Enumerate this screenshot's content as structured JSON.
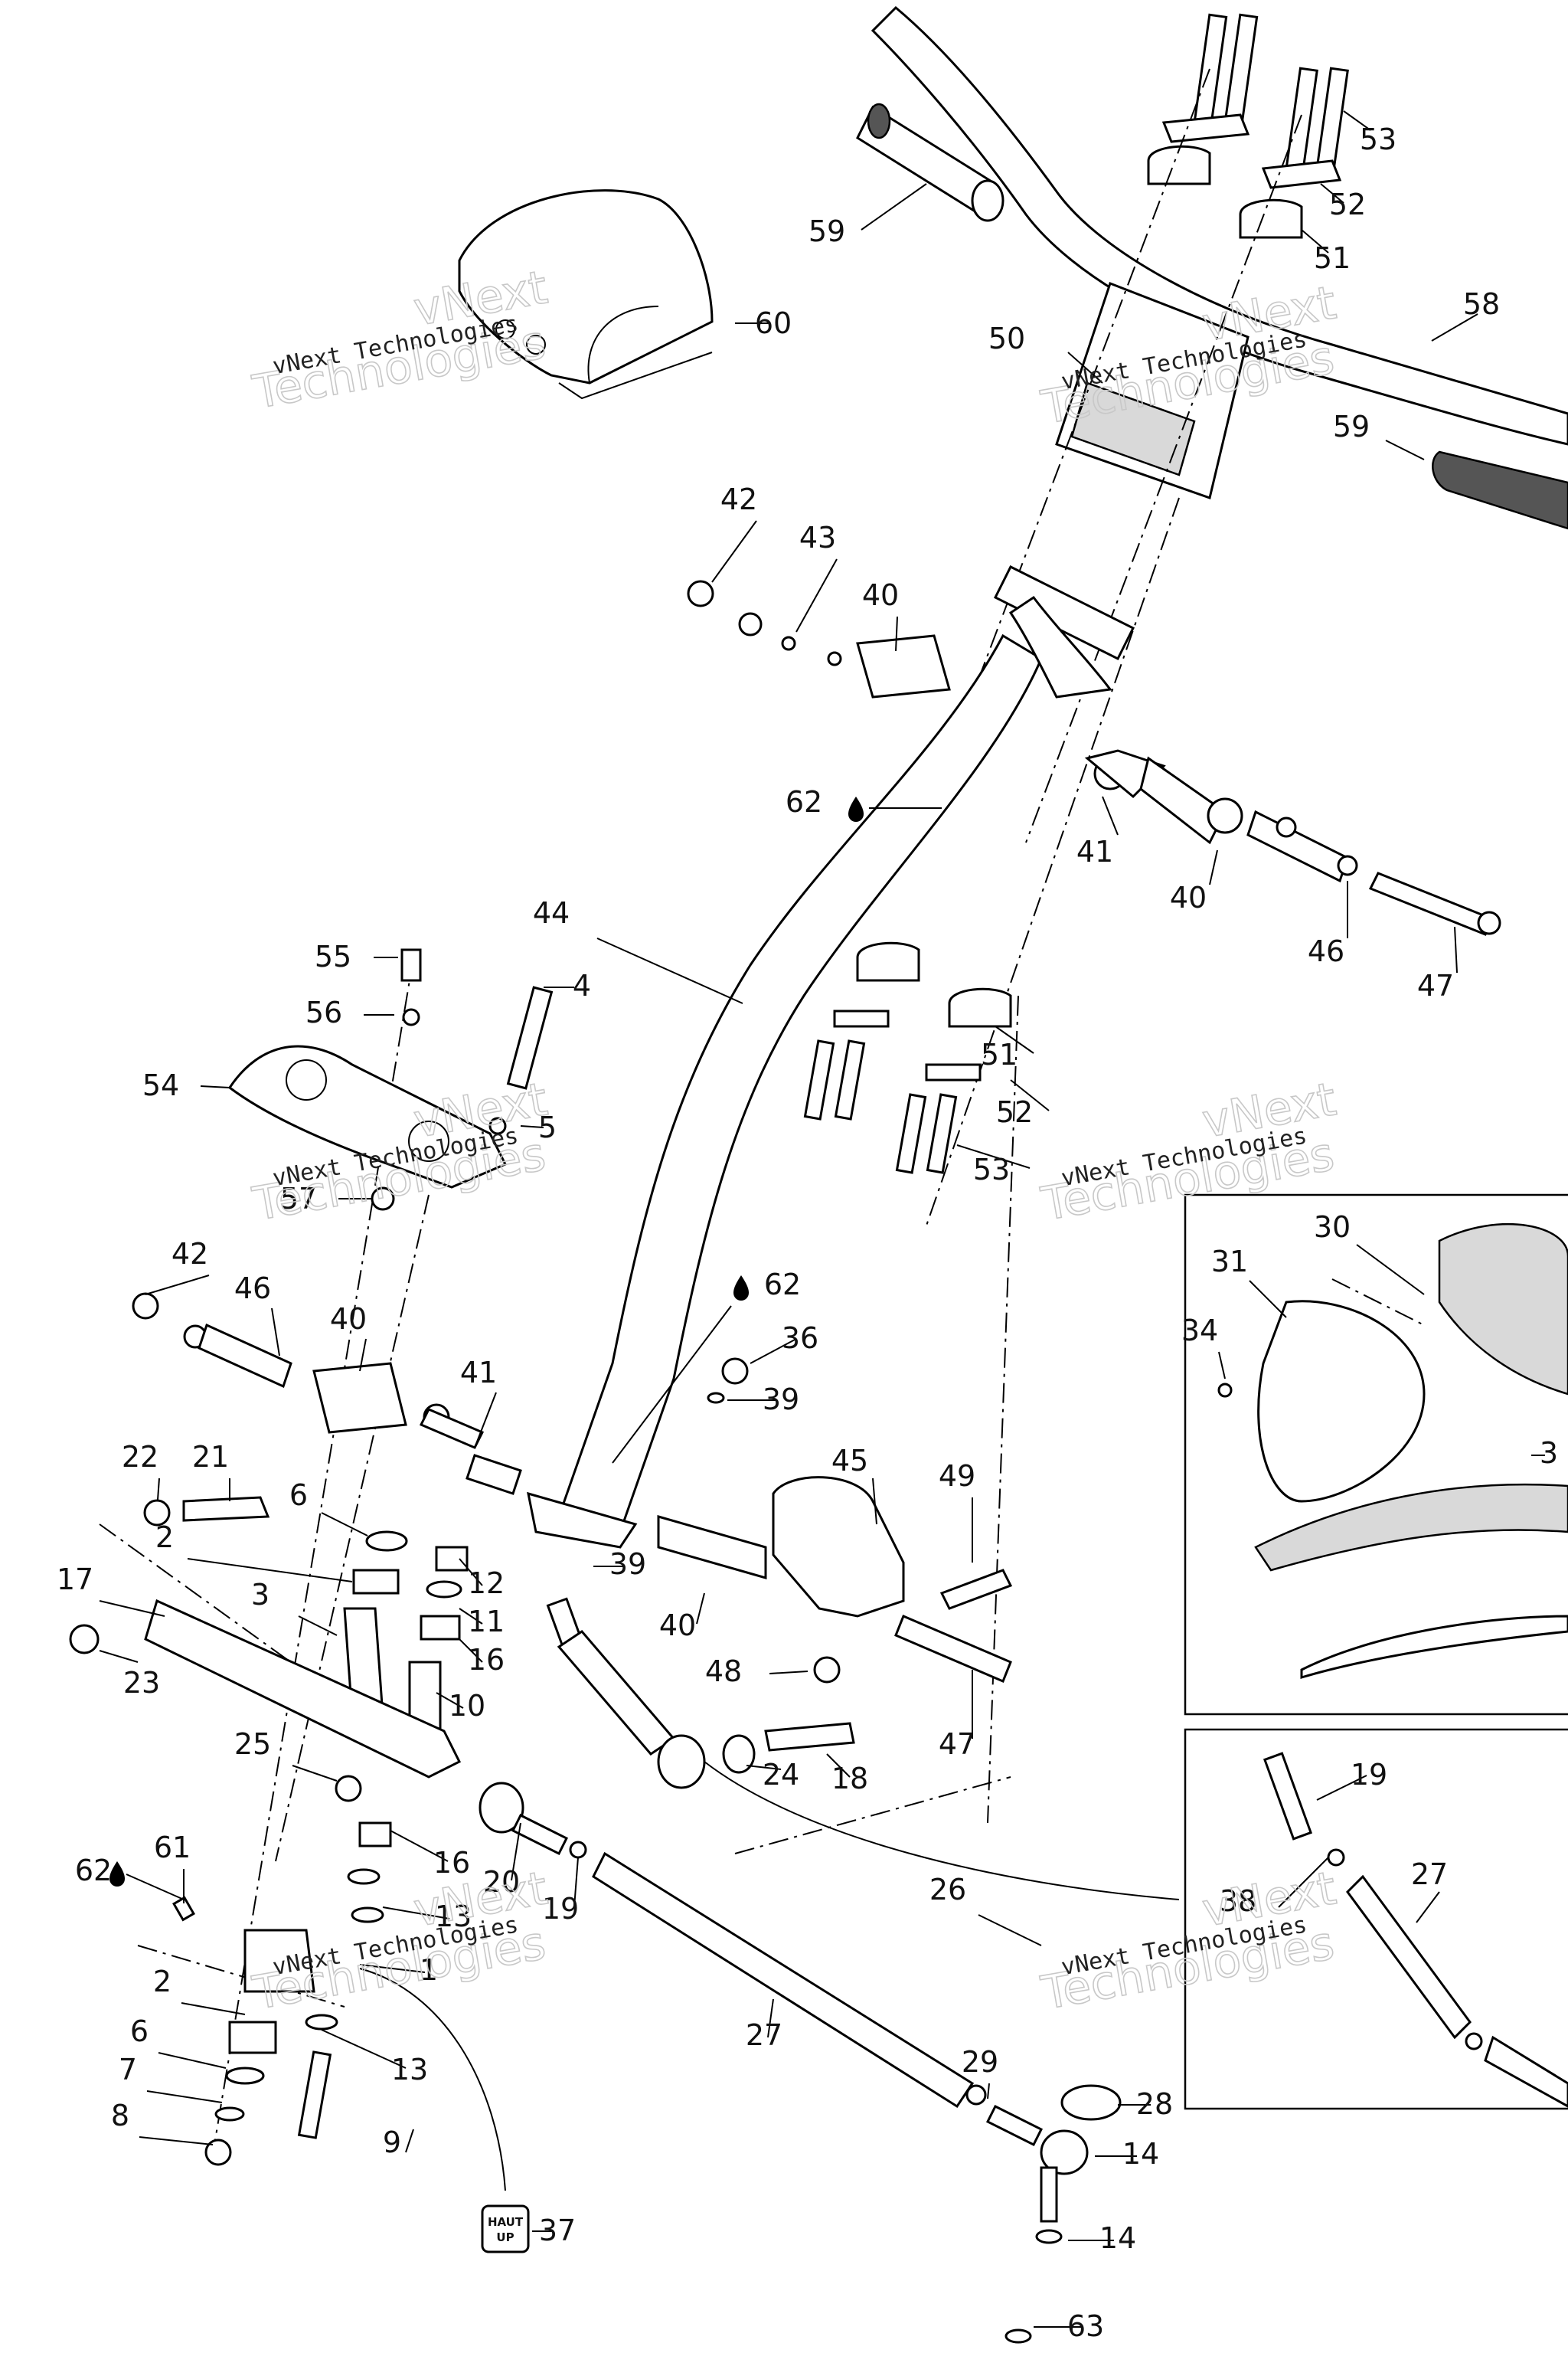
{
  "watermarks": [
    {
      "line1": "vNext",
      "line2": "Technologies"
    },
    {
      "line1": "vNext",
      "line2": "Technologies"
    },
    {
      "line1": "vNext",
      "line2": "Technologies"
    },
    {
      "line1": "vNext",
      "line2": "Technologies"
    },
    {
      "line1": "vNext",
      "line2": "Technologies"
    },
    {
      "line1": "vNext",
      "line2": "Technologies"
    }
  ],
  "badge": {
    "line1": "HAUT",
    "line2": "UP"
  },
  "callouts": [
    "53",
    "52",
    "51",
    "59",
    "58",
    "60",
    "50",
    "59",
    "42",
    "43",
    "40",
    "62",
    "41",
    "40",
    "46",
    "47",
    "44",
    "55",
    "4",
    "56",
    "54",
    "5",
    "57",
    "51",
    "52",
    "53",
    "42",
    "46",
    "40",
    "41",
    "62",
    "36",
    "39",
    "30",
    "31",
    "34",
    "3",
    "22",
    "21",
    "6",
    "2",
    "3",
    "17",
    "23",
    "12",
    "11",
    "16",
    "10",
    "45",
    "49",
    "39",
    "40",
    "48",
    "47",
    "25",
    "24",
    "18",
    "20",
    "19",
    "16",
    "13",
    "61",
    "62",
    "1",
    "2",
    "6",
    "7",
    "8",
    "13",
    "9",
    "26",
    "27",
    "29",
    "28",
    "14",
    "14",
    "63",
    "37",
    "19",
    "38",
    "27"
  ]
}
